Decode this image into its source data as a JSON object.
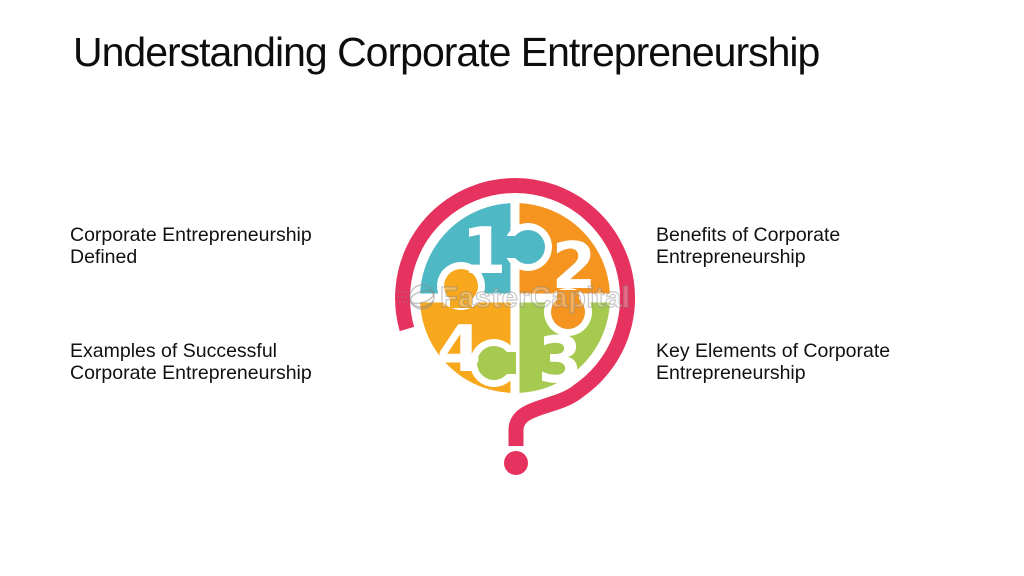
{
  "slide": {
    "title": "Understanding Corporate Entrepreneurship",
    "items": [
      {
        "number": "1",
        "label": "Corporate Entrepreneurship Defined",
        "color": "#4FB8C5",
        "position": "top-left"
      },
      {
        "number": "2",
        "label": "Benefits of Corporate Entrepreneurship",
        "color": "#F5941F",
        "position": "top-right"
      },
      {
        "number": "3",
        "label": "Key Elements of Corporate Entrepreneurship",
        "color": "#A6C94F",
        "position": "bottom-right"
      },
      {
        "number": "4",
        "label": "Examples of Successful Corporate Entrepreneurship",
        "color": "#F7A81D",
        "position": "bottom-left"
      }
    ],
    "graphic": {
      "shape": "question-mark-ring-around-puzzle-circle",
      "ring_color": "#E6325E"
    },
    "watermark": {
      "text": "FasterCapital",
      "icon": "fastercapital-globe-icon"
    },
    "background_color": "#FFFFFF",
    "text_color": "#111111"
  }
}
